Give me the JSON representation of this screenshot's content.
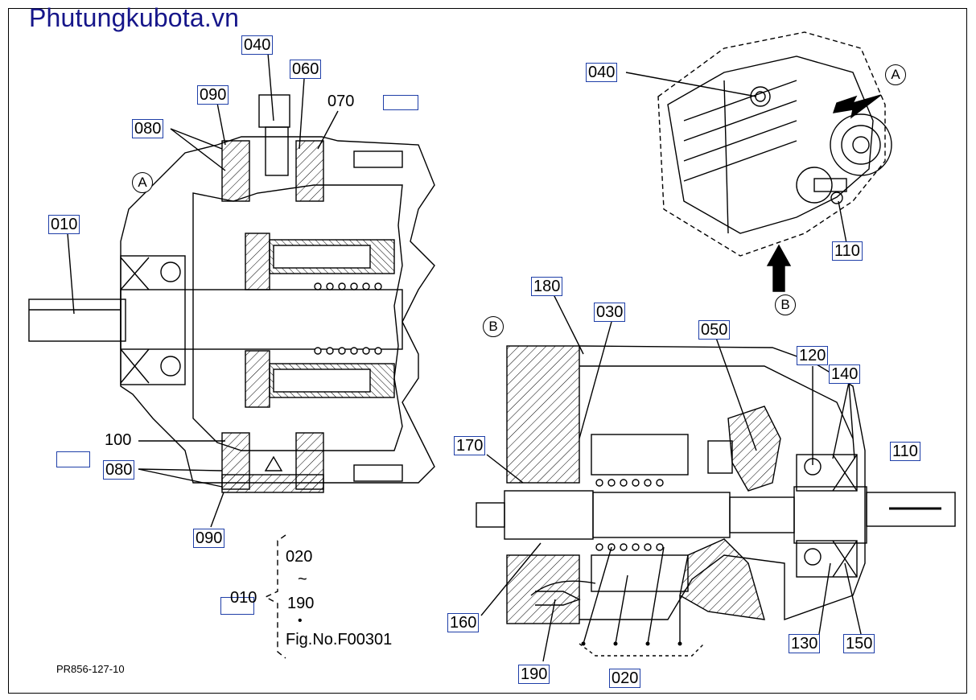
{
  "watermark": "Phutungkubota.vn",
  "drawing_code": "PR856-127-10",
  "view_markers": {
    "a_left": "A",
    "a_right": "A",
    "b_left": "B",
    "b_right": "B"
  },
  "callouts": {
    "c040_left": "040",
    "c060": "060",
    "c090_top": "090",
    "c070": "070",
    "c080_top": "080",
    "c010": "010",
    "c100": "100",
    "c080_bottom": "080",
    "c090_bottom": "090",
    "c040_right": "040",
    "c110_top": "110",
    "c180": "180",
    "c030": "030",
    "c050": "050",
    "c120": "120",
    "c140": "140",
    "c170": "170",
    "c110_right": "110",
    "c160": "160",
    "c190": "190",
    "c020": "020",
    "c130": "130",
    "c150": "150"
  },
  "assembly_note": {
    "parent": "010",
    "range_start": "020",
    "range_sep": "~",
    "range_end": "190",
    "bullet": "•",
    "figure_ref": "Fig.No.F00301"
  },
  "colors": {
    "label_box": "#1f3fa8",
    "watermark": "#16168a",
    "line": "#000000"
  }
}
